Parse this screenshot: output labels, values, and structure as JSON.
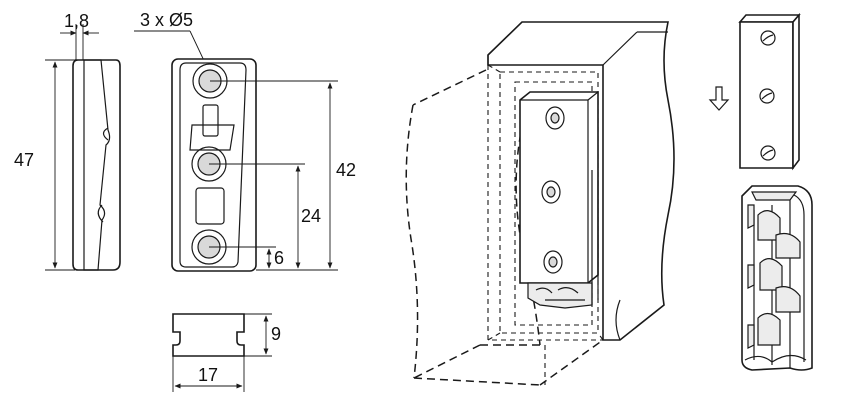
{
  "dimensions": {
    "thickness": "1,8",
    "holes": "3 x Ø5",
    "height_total": "47",
    "span_outer_holes": "42",
    "middle_hole_offset": "24",
    "bottom_hole_offset": "6",
    "profile_height": "9",
    "profile_width": "17"
  },
  "icons": {
    "direction": "arrow-down-icon"
  }
}
